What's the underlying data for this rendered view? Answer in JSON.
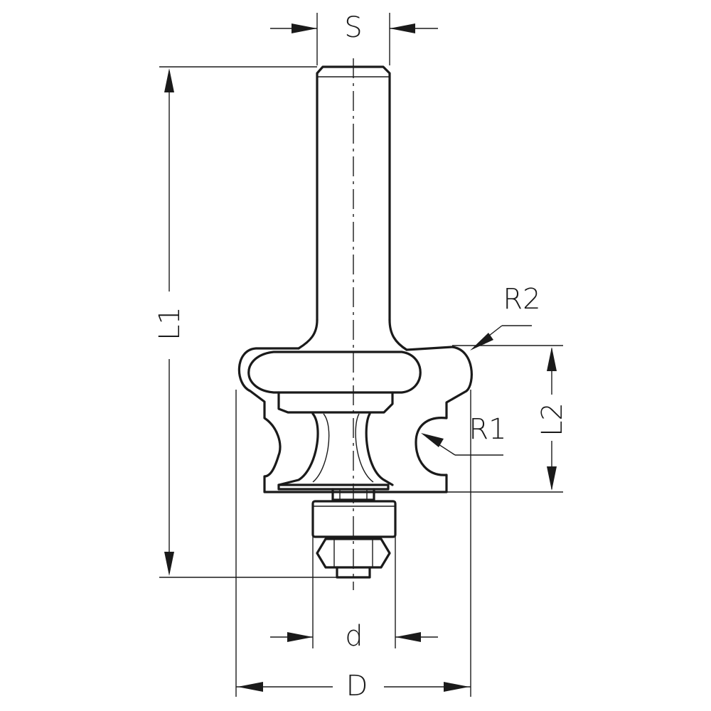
{
  "labels": {
    "shank_diameter": "S",
    "overall_length": "L1",
    "cutting_length": "L2",
    "radius_small": "R1",
    "radius_large": "R2",
    "bearing_diameter": "d",
    "cutting_diameter": "D"
  }
}
